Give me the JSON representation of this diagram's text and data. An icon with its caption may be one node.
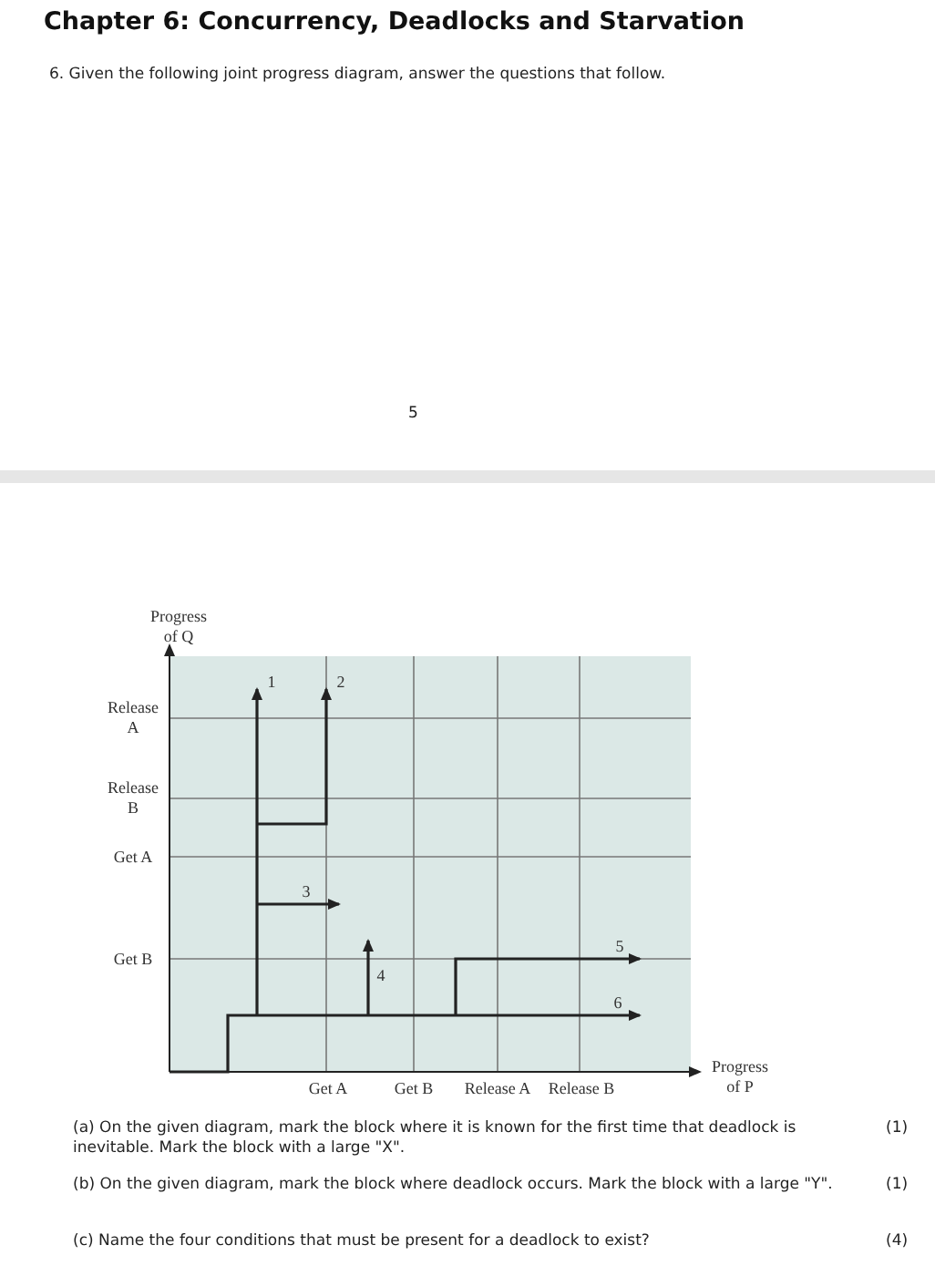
{
  "diagram": {
    "title": "Chapter 6: Concurrency, Deadlocks and Starvation",
    "labels": [
      "6. Given the following joint progress diagram, answer the questions that follow.",
      "5",
      "Progress of Q",
      "Release A",
      "Release B",
      "Get A",
      "Get B",
      "1",
      "2",
      "3",
      "5",
      "4",
      "6",
      "Get A",
      "Get B",
      "Release A",
      "Release B",
      "Progress of P",
      "(a) On the given diagram, mark the block where it is known for the first time that deadlock is inevitable. Mark the block with a large \"X\".",
      "(1)",
      "(b) On the given diagram, mark the block where deadlock occurs. Mark the block with a large \"Y\".",
      "(1)",
      "(c) Name the four conditions that must be present for a deadlock to exist?",
      "(4)"
    ]
  }
}
